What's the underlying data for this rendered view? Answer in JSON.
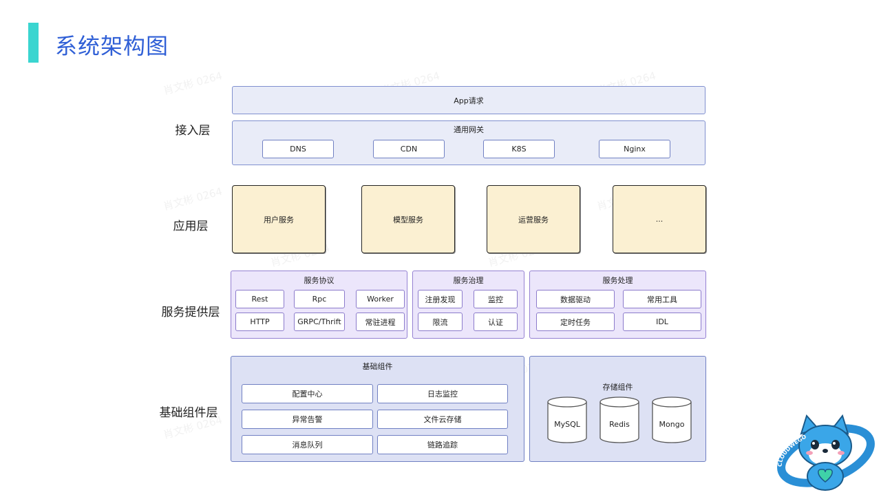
{
  "page": {
    "title": "系统架构图"
  },
  "watermark": "肖文彬 0264",
  "layers": {
    "access": "接入层",
    "application": "应用层",
    "service": "服务提供层",
    "foundation": "基础组件层"
  },
  "access": {
    "app_request": "App请求",
    "gateway_title": "通用网关",
    "gateway_items": [
      "DNS",
      "CDN",
      "K8S",
      "Nginx"
    ]
  },
  "application": {
    "services": [
      "用户服务",
      "模型服务",
      "运营服务",
      "..."
    ]
  },
  "service": {
    "protocol": {
      "title": "服务协议",
      "items": [
        "Rest",
        "Rpc",
        "Worker",
        "HTTP",
        "GRPC/Thrift",
        "常驻进程"
      ]
    },
    "governance": {
      "title": "服务治理",
      "items": [
        "注册发现",
        "监控",
        "限流",
        "认证"
      ]
    },
    "processing": {
      "title": "服务处理",
      "items": [
        "数据驱动",
        "常用工具",
        "定时任务",
        "IDL"
      ]
    }
  },
  "foundation": {
    "basic": {
      "title": "基础组件",
      "items": [
        "配置中心",
        "日志监控",
        "异常告警",
        "文件云存储",
        "消息队列",
        "链路追踪"
      ]
    },
    "storage": {
      "title": "存储组件",
      "items": [
        "MySQL",
        "Redis",
        "Mongo"
      ]
    }
  },
  "mascot": {
    "ring_text": "CLOUDWEGO"
  },
  "colors": {
    "title": "#2f5fd6",
    "accent": "#3ad5d0",
    "app_box": "#fbf0d2",
    "service_box": "#ece6fb",
    "base_box": "#dde1f4"
  }
}
